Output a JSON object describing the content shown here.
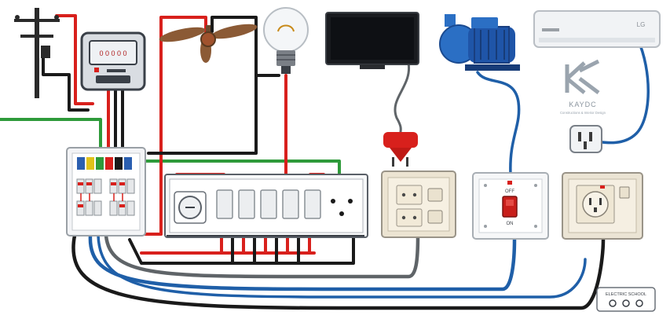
{
  "diagram": {
    "components": {
      "utility_pole": {
        "icon": "utility-pole-icon"
      },
      "energy_meter": {
        "icon": "energy-meter-icon",
        "display": "0 0 0 0 0"
      },
      "distribution_board": {
        "icon": "distribution-board-icon"
      },
      "ceiling_fan": {
        "icon": "ceiling-fan-icon"
      },
      "light_bulb": {
        "icon": "light-bulb-icon"
      },
      "television": {
        "icon": "television-icon"
      },
      "water_pump": {
        "icon": "water-pump-icon"
      },
      "air_conditioner": {
        "icon": "air-conditioner-icon",
        "brand_mark": "LG"
      },
      "switch_board": {
        "icon": "switch-board-icon",
        "switches": 5
      },
      "tv_plug": {
        "icon": "two-pin-plug-icon"
      },
      "ac_plug": {
        "icon": "three-pin-plug-icon"
      },
      "double_socket": {
        "icon": "double-socket-icon"
      },
      "pump_switch": {
        "icon": "pump-switch-icon",
        "off_label": "OFF",
        "on_label": "ON"
      },
      "universal_socket": {
        "icon": "universal-socket-icon"
      }
    },
    "watermark": {
      "name": "KAYDC",
      "tagline": "Constructions & Interior Design"
    },
    "corner_badge": {
      "text": "ELECTRIC SCHOOL"
    },
    "wire_colors": {
      "live": "#d8201c",
      "neutral": "#1a1a1a",
      "earth": "#2e9a3a",
      "gray": "#5f6468",
      "blue": "#1f5fa8"
    }
  }
}
